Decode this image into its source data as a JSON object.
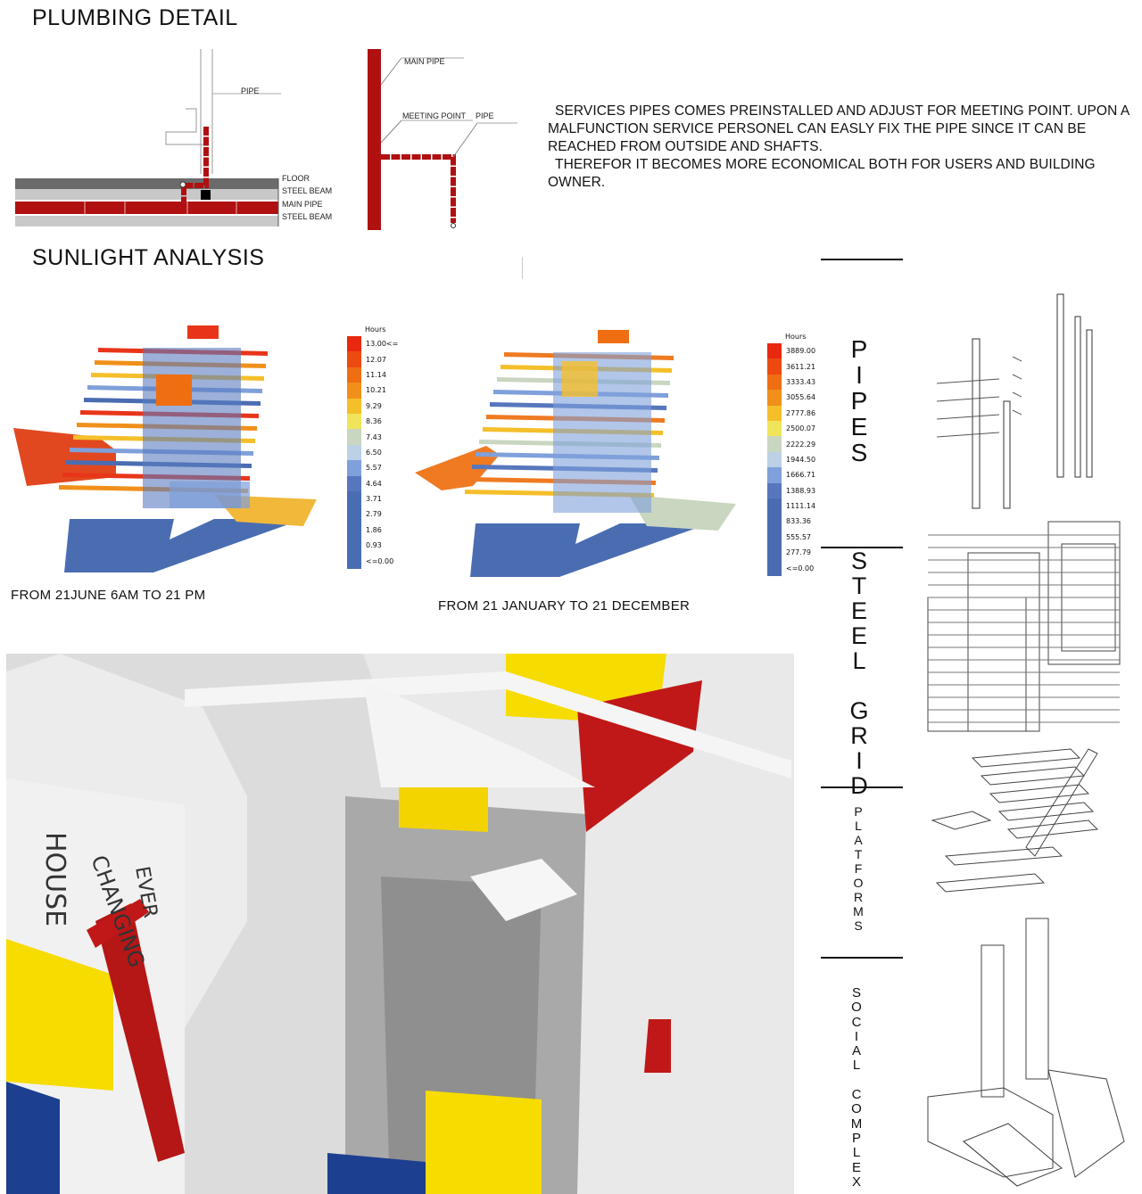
{
  "plumbing": {
    "title": "PLUMBING DETAIL",
    "section_labels": [
      "PIPE",
      "FLOOR",
      "STEEL BEAM",
      "MAIN PIPE",
      "STEEL BEAM"
    ],
    "riser_labels": [
      "MAIN PIPE",
      "MEETING POINT",
      "PIPE"
    ],
    "description": [
      "SERVICES PIPES COMES PREINSTALLED AND ADJUST FOR MEETING POINT. UPON A MALFUNCTION SERVICE PERSONEL CAN EASLY FIX THE PIPE SINCE IT CAN BE REACHED FROM OUTSIDE AND SHAFTS.",
      "THEREFOR IT BECOMES MORE ECONOMICAL BOTH FOR USERS AND BUILDING OWNER."
    ],
    "pipe_color": "#b01010"
  },
  "sunlight": {
    "title": "SUNLIGHT ANALYSIS",
    "legend_colors": [
      "#e8280f",
      "#ec4a10",
      "#ef6e12",
      "#f0901a",
      "#f5bf2a",
      "#f0e45a",
      "#c9d6c0",
      "#bcd0e6",
      "#7fa0da",
      "#5677bd",
      "#4a6db2",
      "#4a6db2",
      "#4a6db2",
      "#4a6db2",
      "#4a6db2"
    ],
    "legend_title": "Hours",
    "legend_1": [
      "13.00<=",
      "12.07",
      "11.14",
      "10.21",
      "9.29",
      "8.36",
      "7.43",
      "6.50",
      "5.57",
      "4.64",
      "3.71",
      "2.79",
      "1.86",
      "0.93",
      "<=0.00"
    ],
    "legend_2": [
      "3889.00",
      "3611.21",
      "3333.43",
      "3055.64",
      "2777.86",
      "2500.07",
      "2222.29",
      "1944.50",
      "1666.71",
      "1388.93",
      "1111.14",
      "833.36",
      "555.57",
      "277.79",
      "<=0.00"
    ],
    "caption_1": "FROM 21JUNE 6AM TO 21 PM",
    "caption_2": "FROM 21 JANUARY TO 21 DECEMBER"
  },
  "render": {
    "sign_words": [
      "HOUSE",
      "CHANGING",
      "EVER"
    ]
  },
  "layers": {
    "pipes": "PIPES",
    "steel_grid": "STEEL GRID",
    "platforms": "PLATFORMS",
    "social_complex": "SOCIAL COMPLEX"
  }
}
